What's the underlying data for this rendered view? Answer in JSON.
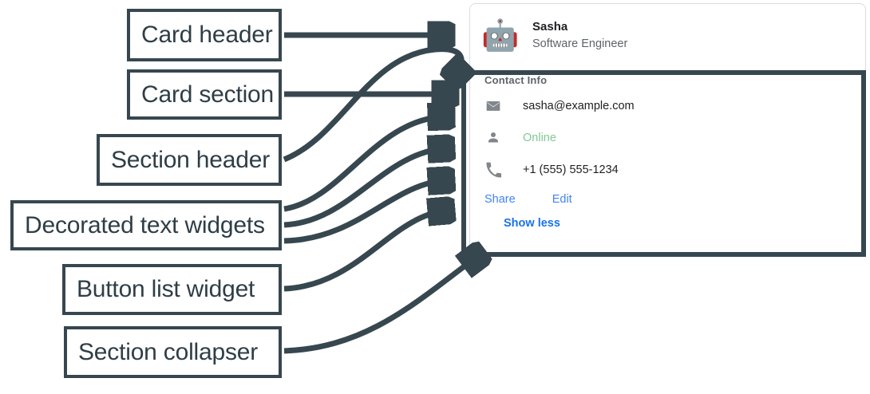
{
  "annotations": [
    {
      "id": "card-header",
      "label": "Card header"
    },
    {
      "id": "card-section",
      "label": "Card section"
    },
    {
      "id": "section-header",
      "label": "Section header"
    },
    {
      "id": "decorated-text",
      "label": "Decorated text widgets"
    },
    {
      "id": "button-list",
      "label": "Button list widget"
    },
    {
      "id": "section-collapser",
      "label": "Section collapser"
    }
  ],
  "card": {
    "header": {
      "avatar_icon": "robot-avatar-icon",
      "avatar_glyph": "🤖",
      "title": "Sasha",
      "subtitle": "Software Engineer"
    },
    "section": {
      "header": "Contact Info",
      "rows": [
        {
          "icon": "email-icon",
          "text": "sasha@example.com",
          "status": false
        },
        {
          "icon": "person-icon",
          "text": "Online",
          "status": true
        },
        {
          "icon": "phone-icon",
          "text": "+1 (555) 555-1234",
          "status": false
        }
      ],
      "buttons": [
        {
          "label": "Share"
        },
        {
          "label": "Edit"
        }
      ],
      "collapser": {
        "label": "Show less"
      }
    }
  },
  "colors": {
    "annotation_stroke": "#37474f",
    "link_blue": "#4285f4",
    "collapser_blue": "#1a73e8",
    "status_green": "#81c995",
    "muted_gray": "#5f6368",
    "card_border": "#dadce0"
  }
}
